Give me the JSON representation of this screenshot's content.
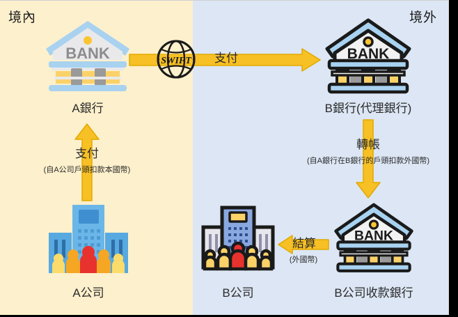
{
  "diagram": {
    "title_left_zone": "境內",
    "title_right_zone": "境外",
    "colors": {
      "zone_inside_bg": "#FDF0CC",
      "zone_outside_bg": "#DCE6F4",
      "arrow_fill": "#F7C024",
      "arrow_stroke": "#E2A900",
      "bank_roof": "#A8D2F0",
      "bank_body": "#EFEFEF",
      "company_blue": "#53A8E2",
      "people_yellow": "#FBDB6A",
      "people_orange": "#F5A623",
      "people_red": "#E8322E",
      "text": "#2b2b2b"
    }
  },
  "nodes": [
    {
      "id": "bank-a",
      "icon": "bank-building-flat-icon",
      "caption": "A銀行",
      "zone": "inside"
    },
    {
      "id": "bank-b",
      "icon": "bank-building-outline-icon",
      "caption": "B銀行(代理銀行)",
      "zone": "outside"
    },
    {
      "id": "company-a",
      "icon": "office-building-people-flat-icon",
      "caption": "A公司",
      "zone": "inside"
    },
    {
      "id": "company-b",
      "icon": "office-building-people-outline-icon",
      "caption": "B公司",
      "zone": "outside"
    },
    {
      "id": "bank-b-receiving",
      "icon": "bank-building-outline-icon",
      "caption": "B公司收款銀行",
      "zone": "outside"
    }
  ],
  "flows": [
    {
      "id": "flow-payment-domestic",
      "label": "支付",
      "sublabel": "(自A公司戶頭扣款本國幣)",
      "direction": "up",
      "from": "company-a",
      "to": "bank-a"
    },
    {
      "id": "flow-swift-payment",
      "label": "支付",
      "sublabel": "",
      "badge": "SWIFT",
      "badge_icon": "globe-swift-icon",
      "direction": "right",
      "from": "bank-a",
      "to": "bank-b"
    },
    {
      "id": "flow-transfer",
      "label": "轉帳",
      "sublabel": "(自A銀行在B銀行的戶頭扣款外國幣)",
      "direction": "down",
      "from": "bank-b",
      "to": "bank-b-receiving"
    },
    {
      "id": "flow-settlement",
      "label": "結算",
      "sublabel": "(外國幣)",
      "direction": "left",
      "from": "bank-b-receiving",
      "to": "company-b"
    }
  ],
  "bank_sign_text": "BANK"
}
